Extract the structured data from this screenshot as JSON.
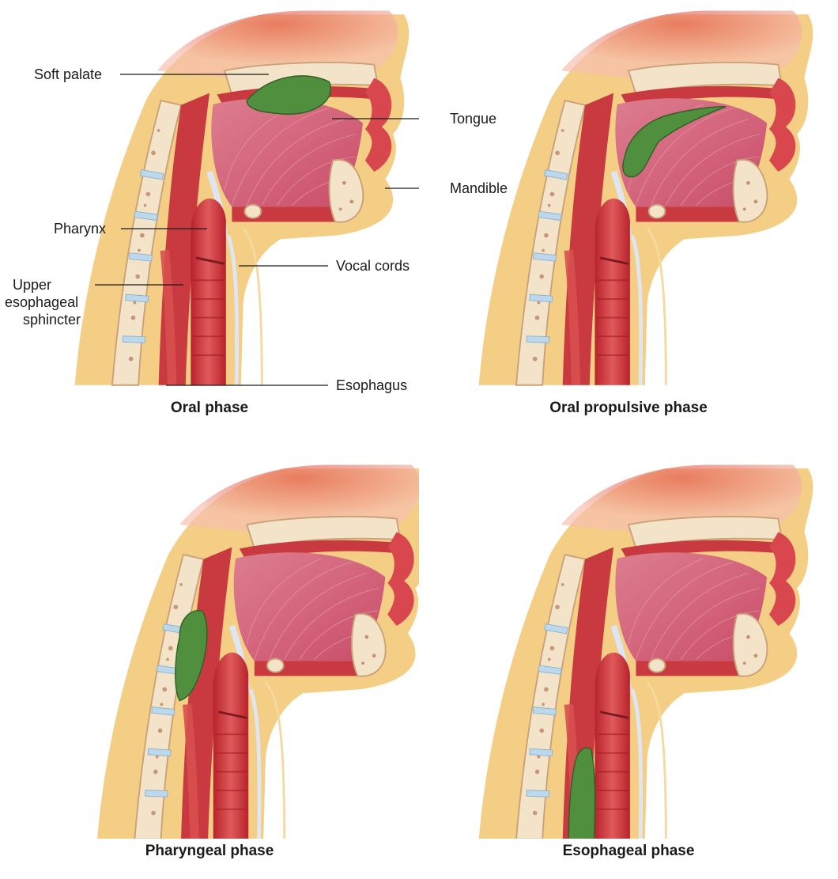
{
  "labels": {
    "soft_palate": "Soft palate",
    "tongue": "Tongue",
    "mandible": "Mandible",
    "pharynx": "Pharynx",
    "vocal_cords": "Vocal cords",
    "upper_sphincter_line1": "Upper",
    "upper_sphincter_line2": "esophageal",
    "upper_sphincter_line3": "sphincter",
    "esophagus": "Esophagus"
  },
  "panels": [
    {
      "caption": "Oral phase",
      "bolus_location": "oral cavity under soft palate"
    },
    {
      "caption": "Oral propulsive phase",
      "bolus_location": "back of tongue entering pharynx"
    },
    {
      "caption": "Pharyngeal phase",
      "bolus_location": "pharynx"
    },
    {
      "caption": "Esophageal phase",
      "bolus_location": "esophagus"
    }
  ],
  "colors": {
    "bolus": "#4f8f3e",
    "tongue": "#d4607a",
    "muscle": "#c83a3f",
    "fat": "#f2c66e",
    "bone": "#f3e3c8",
    "disc": "#bcd8ec"
  }
}
